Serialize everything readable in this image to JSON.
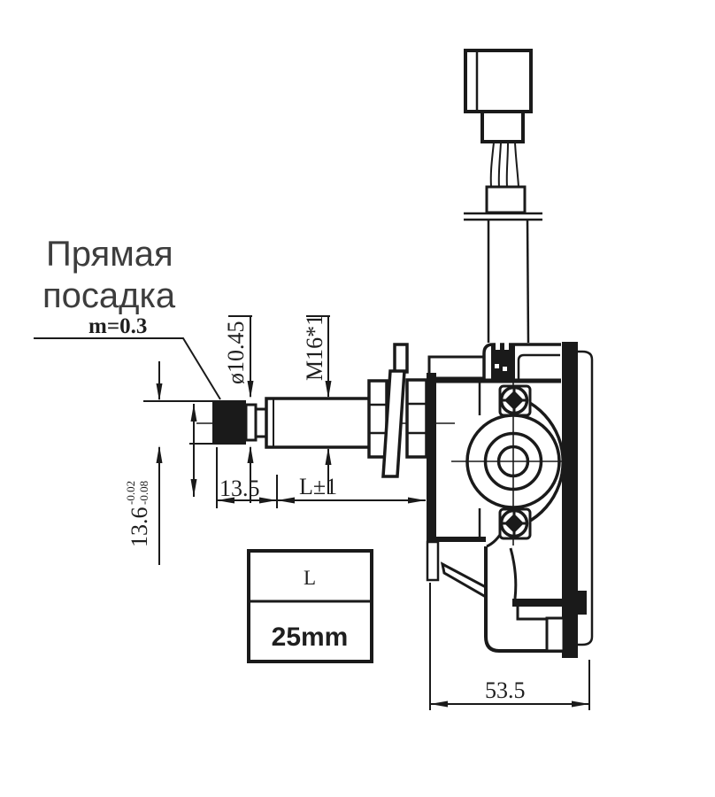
{
  "drawing": {
    "fit_label_line1": "Прямая",
    "fit_label_line2": "посадка",
    "module_label": "m=0.3"
  },
  "dimensions": {
    "shaft_diameter": "ø10.45",
    "thread_spec": "M16*1",
    "tip_length": "13.5",
    "thread_length": "L±1",
    "tip_height_nominal": "13.6",
    "tip_tolerance_upper": "-0.02",
    "tip_tolerance_lower": "-0.08",
    "body_depth": "53.5"
  },
  "spec_table": {
    "header": "L",
    "value": "25mm"
  },
  "colors": {
    "line": "#1a1a1a",
    "label_gray": "#3d3d3d",
    "background": "#ffffff"
  }
}
